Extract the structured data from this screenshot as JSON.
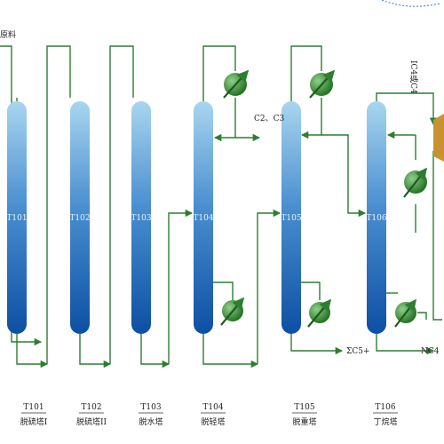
{
  "feed_label": "原料",
  "columns": [
    {
      "id": "T101",
      "name": "脱硫塔I"
    },
    {
      "id": "T102",
      "name": "脱硫塔II"
    },
    {
      "id": "T103",
      "name": "脱水塔"
    },
    {
      "id": "T104",
      "name": "脱轻塔"
    },
    {
      "id": "T105",
      "name": "脱重塔"
    },
    {
      "id": "T106",
      "name": "丁烷塔"
    }
  ],
  "streams": {
    "c2c3": "C2、C3",
    "heavy": "ΣC5+",
    "ic4": "IC4或C4",
    "nc4": "NC4"
  },
  "colors": {
    "pipe": "#2e7d32",
    "column_top": "#a9d6ef",
    "column_bottom": "#0d4fa3",
    "exchanger": "#2f8f2f",
    "drum": "#c8922e"
  }
}
